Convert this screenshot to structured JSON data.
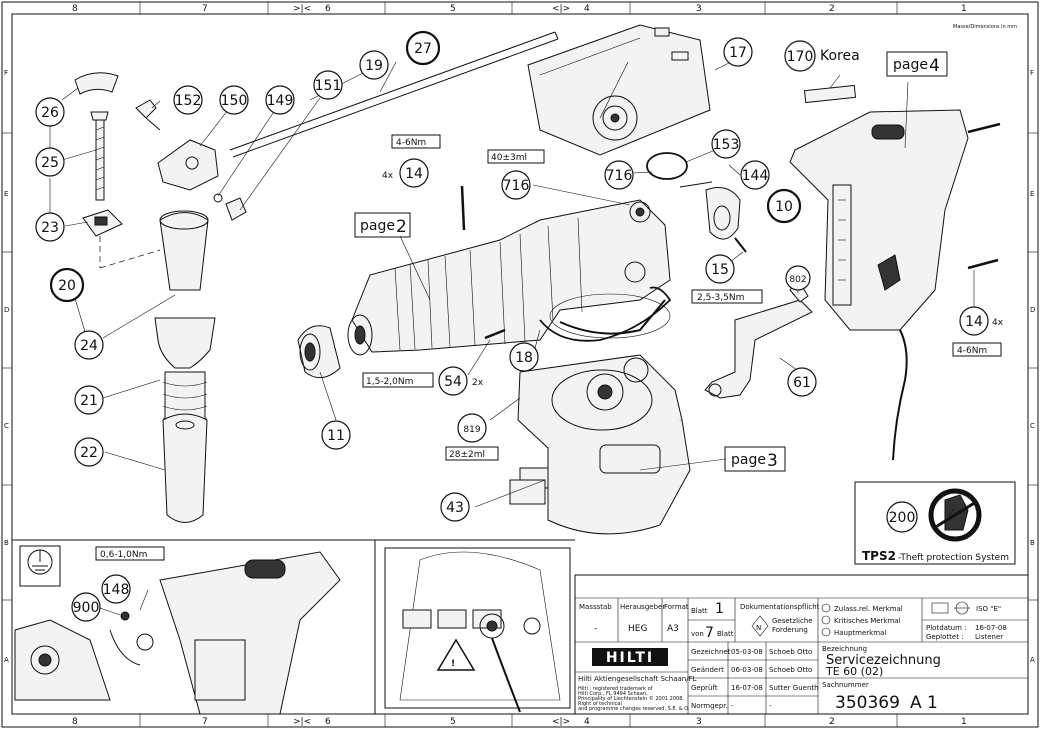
{
  "border": {
    "top_cols": [
      "8",
      "7",
      ">|<",
      "6",
      "5",
      "<|>",
      "4",
      "3",
      "2",
      "1"
    ],
    "bottom_cols": [
      "8",
      "7",
      ">|<",
      "6",
      "5",
      "<|>",
      "4",
      "3",
      "2",
      "1"
    ],
    "left_rows": [
      "F",
      "E",
      "D",
      "C",
      "B",
      "A"
    ],
    "right_rows": [
      "F",
      "E",
      "D",
      "C",
      "B",
      "A"
    ],
    "dimensions_note": "Masse/Dimensions in mm"
  },
  "callouts": {
    "c27": "27",
    "c19": "19",
    "c151": "151",
    "c149": "149",
    "c150": "150",
    "c152": "152",
    "c26": "26",
    "c25": "25",
    "c23": "23",
    "c20": "20",
    "c24": "24",
    "c21": "21",
    "c22": "22",
    "c11": "11",
    "c17": "17",
    "c170": "170",
    "c153": "153",
    "c716a": "716",
    "c716b": "716",
    "c144": "144",
    "c10": "10",
    "c15": "15",
    "c14a": "14",
    "c14b": "14",
    "c54": "54",
    "c18": "18",
    "c819": "819",
    "c43": "43",
    "c802": "802",
    "c61": "61",
    "c200": "200",
    "c148": "148",
    "c900": "900"
  },
  "text_labels": {
    "korea": "Korea",
    "page2_label": "page",
    "page2_num": "2",
    "page3_label": "page",
    "page3_num": "3",
    "page4_label": "page",
    "page4_num": "4",
    "torque14a": "4-6Nm",
    "qty14a": "4x",
    "grease716": "40±3ml",
    "torque15": "2,5-3,5Nm",
    "torque54": "1,5-2,0Nm",
    "qty54": "2x",
    "grease819": "28±2ml",
    "torque14b": "4-6Nm",
    "qty14b": "4x",
    "torque148": "0,6-1,0Nm",
    "tps2_title": "TPS2",
    "tps2_text": "-Theft protection System"
  },
  "title_block": {
    "col_headers": [
      "Massstab",
      "Herausgeber",
      "Format",
      "Blatt",
      "Dokumentationspflicht"
    ],
    "massstab": "-",
    "herausgeber": "HEG",
    "format": "A3",
    "blatt": "1",
    "von": "von",
    "of": "7",
    "blatt2": "Blatt",
    "doc_flag": "N",
    "doc_text1": "Gesetzliche",
    "doc_text2": "Forderung",
    "features": [
      "Zulass.rel. Merkmal",
      "Kritisches Merkmal",
      "Hauptmerkmal"
    ],
    "iso": "ISO \"E\"",
    "plotdatum_label": "Plotdatum :",
    "plotdatum": "16-07-08",
    "geplottet_label": "Geplottet :",
    "geplottet": "Listener",
    "logo": "HILTI",
    "company": "Hilti Aktiengesellschaft Schaan/FL",
    "legal": [
      "Hilti : registered trademark of",
      "Hilti Corp., FL 9494 Schaan,",
      "Principality of Liechtenstein © 2001 2008,",
      "Right of technical",
      "and programme changes reserved, S.E. & O."
    ],
    "rows": [
      {
        "label": "Gezeichnet",
        "date": "05-03-08",
        "name": "Schoeb Otto"
      },
      {
        "label": "Geändert",
        "date": "06-03-08",
        "name": "Schoeb Otto"
      },
      {
        "label": "Geprüft",
        "date": "16-07-08",
        "name": "Sutter Guenth"
      },
      {
        "label": "Normgepr.",
        "date": "-",
        "name": "-"
      }
    ],
    "bezeichnung_label": "Bezeichnung",
    "bezeichnung1": "Servicezeichnung",
    "bezeichnung2": "TE 60 (02)",
    "sachnummer_label": "Sachnummer",
    "sachnummer": "350369",
    "revision": "A 1"
  },
  "colors": {
    "ink": "#111111",
    "paper": "#ffffff",
    "shade": "#f3f3f3"
  }
}
